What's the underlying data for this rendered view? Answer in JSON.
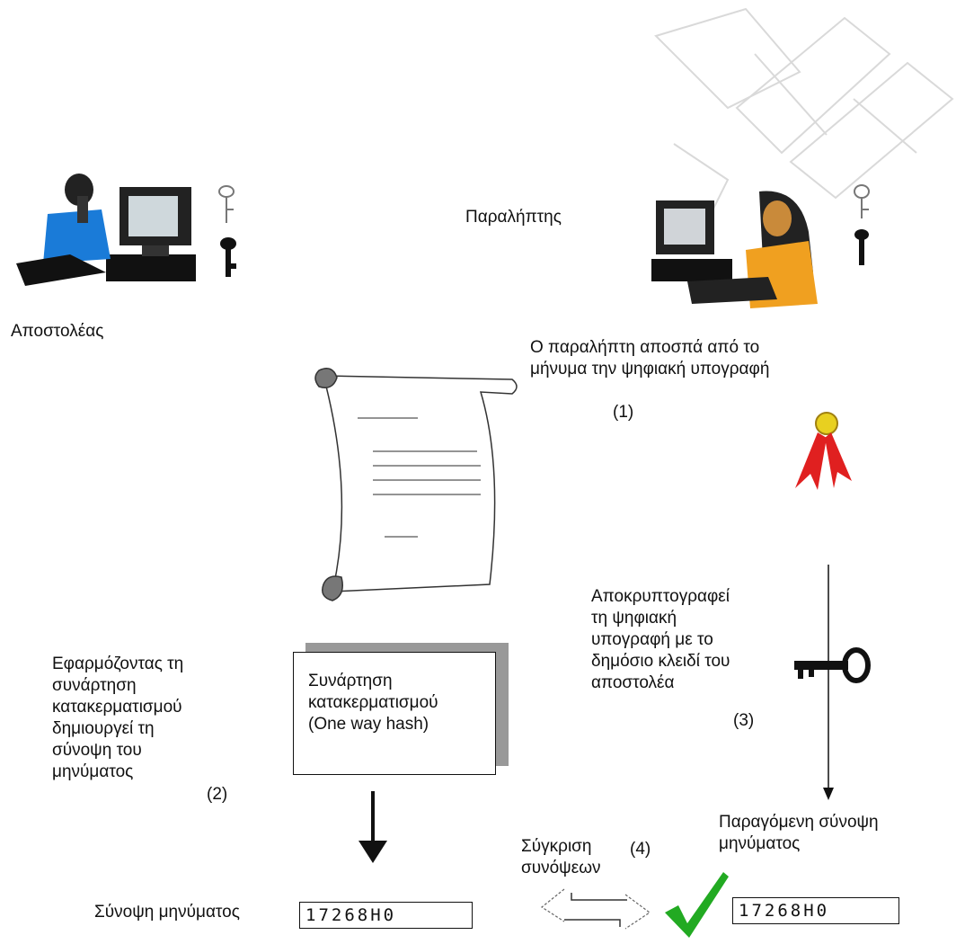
{
  "labels": {
    "sender": "Αποστολέας",
    "receiver": "Παραλήπτης",
    "step1_text": "Ο παραλήπτη αποσπά από το\nμήνυμα την ψηφιακή υπογραφή",
    "step1_num": "(1)",
    "step2_text": "Εφαρμόζοντας τη\nσυνάρτηση\nκατακερματισμού\nδημιουργεί τη\nσύνοψη του\nμηνύματος",
    "step2_num": "(2)",
    "hash_box": "Συνάρτηση\nκατακερματισμού\n(One way hash)",
    "step3_text": "Αποκρυπτογραφεί\nτη ψηφιακή\nυπογραφή με το\nδημόσιο κλειδί του\nαποστολέα",
    "step3_num": "(3)",
    "produced_digest_label": "Παραγόμενη σύνοψη\nμηνύματος",
    "compare_label": "Σύγκριση\nσυνόψεων",
    "step4_num": "(4)",
    "digest_label": "Σύνοψη μηνύματος",
    "digest_value_left": "17268H0",
    "digest_value_right": "17268H0"
  },
  "colors": {
    "ribbon": "#e02020",
    "check": "#22aa22",
    "shadow": "#999999"
  }
}
